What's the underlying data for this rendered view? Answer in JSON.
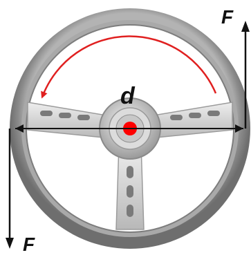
{
  "labels": {
    "force_top": "F",
    "force_bottom": "F",
    "diameter": "d"
  },
  "colors": {
    "wheel_rim": "#8e8e8e",
    "wheel_rim_light": "#bdbdbd",
    "spoke_metal": "#d9d9d9",
    "hub_center": "#ff0000",
    "rotation_arrow": "#e02020",
    "force_and_dimension_lines": "#111111"
  },
  "rotation_direction": "counterclockwise"
}
